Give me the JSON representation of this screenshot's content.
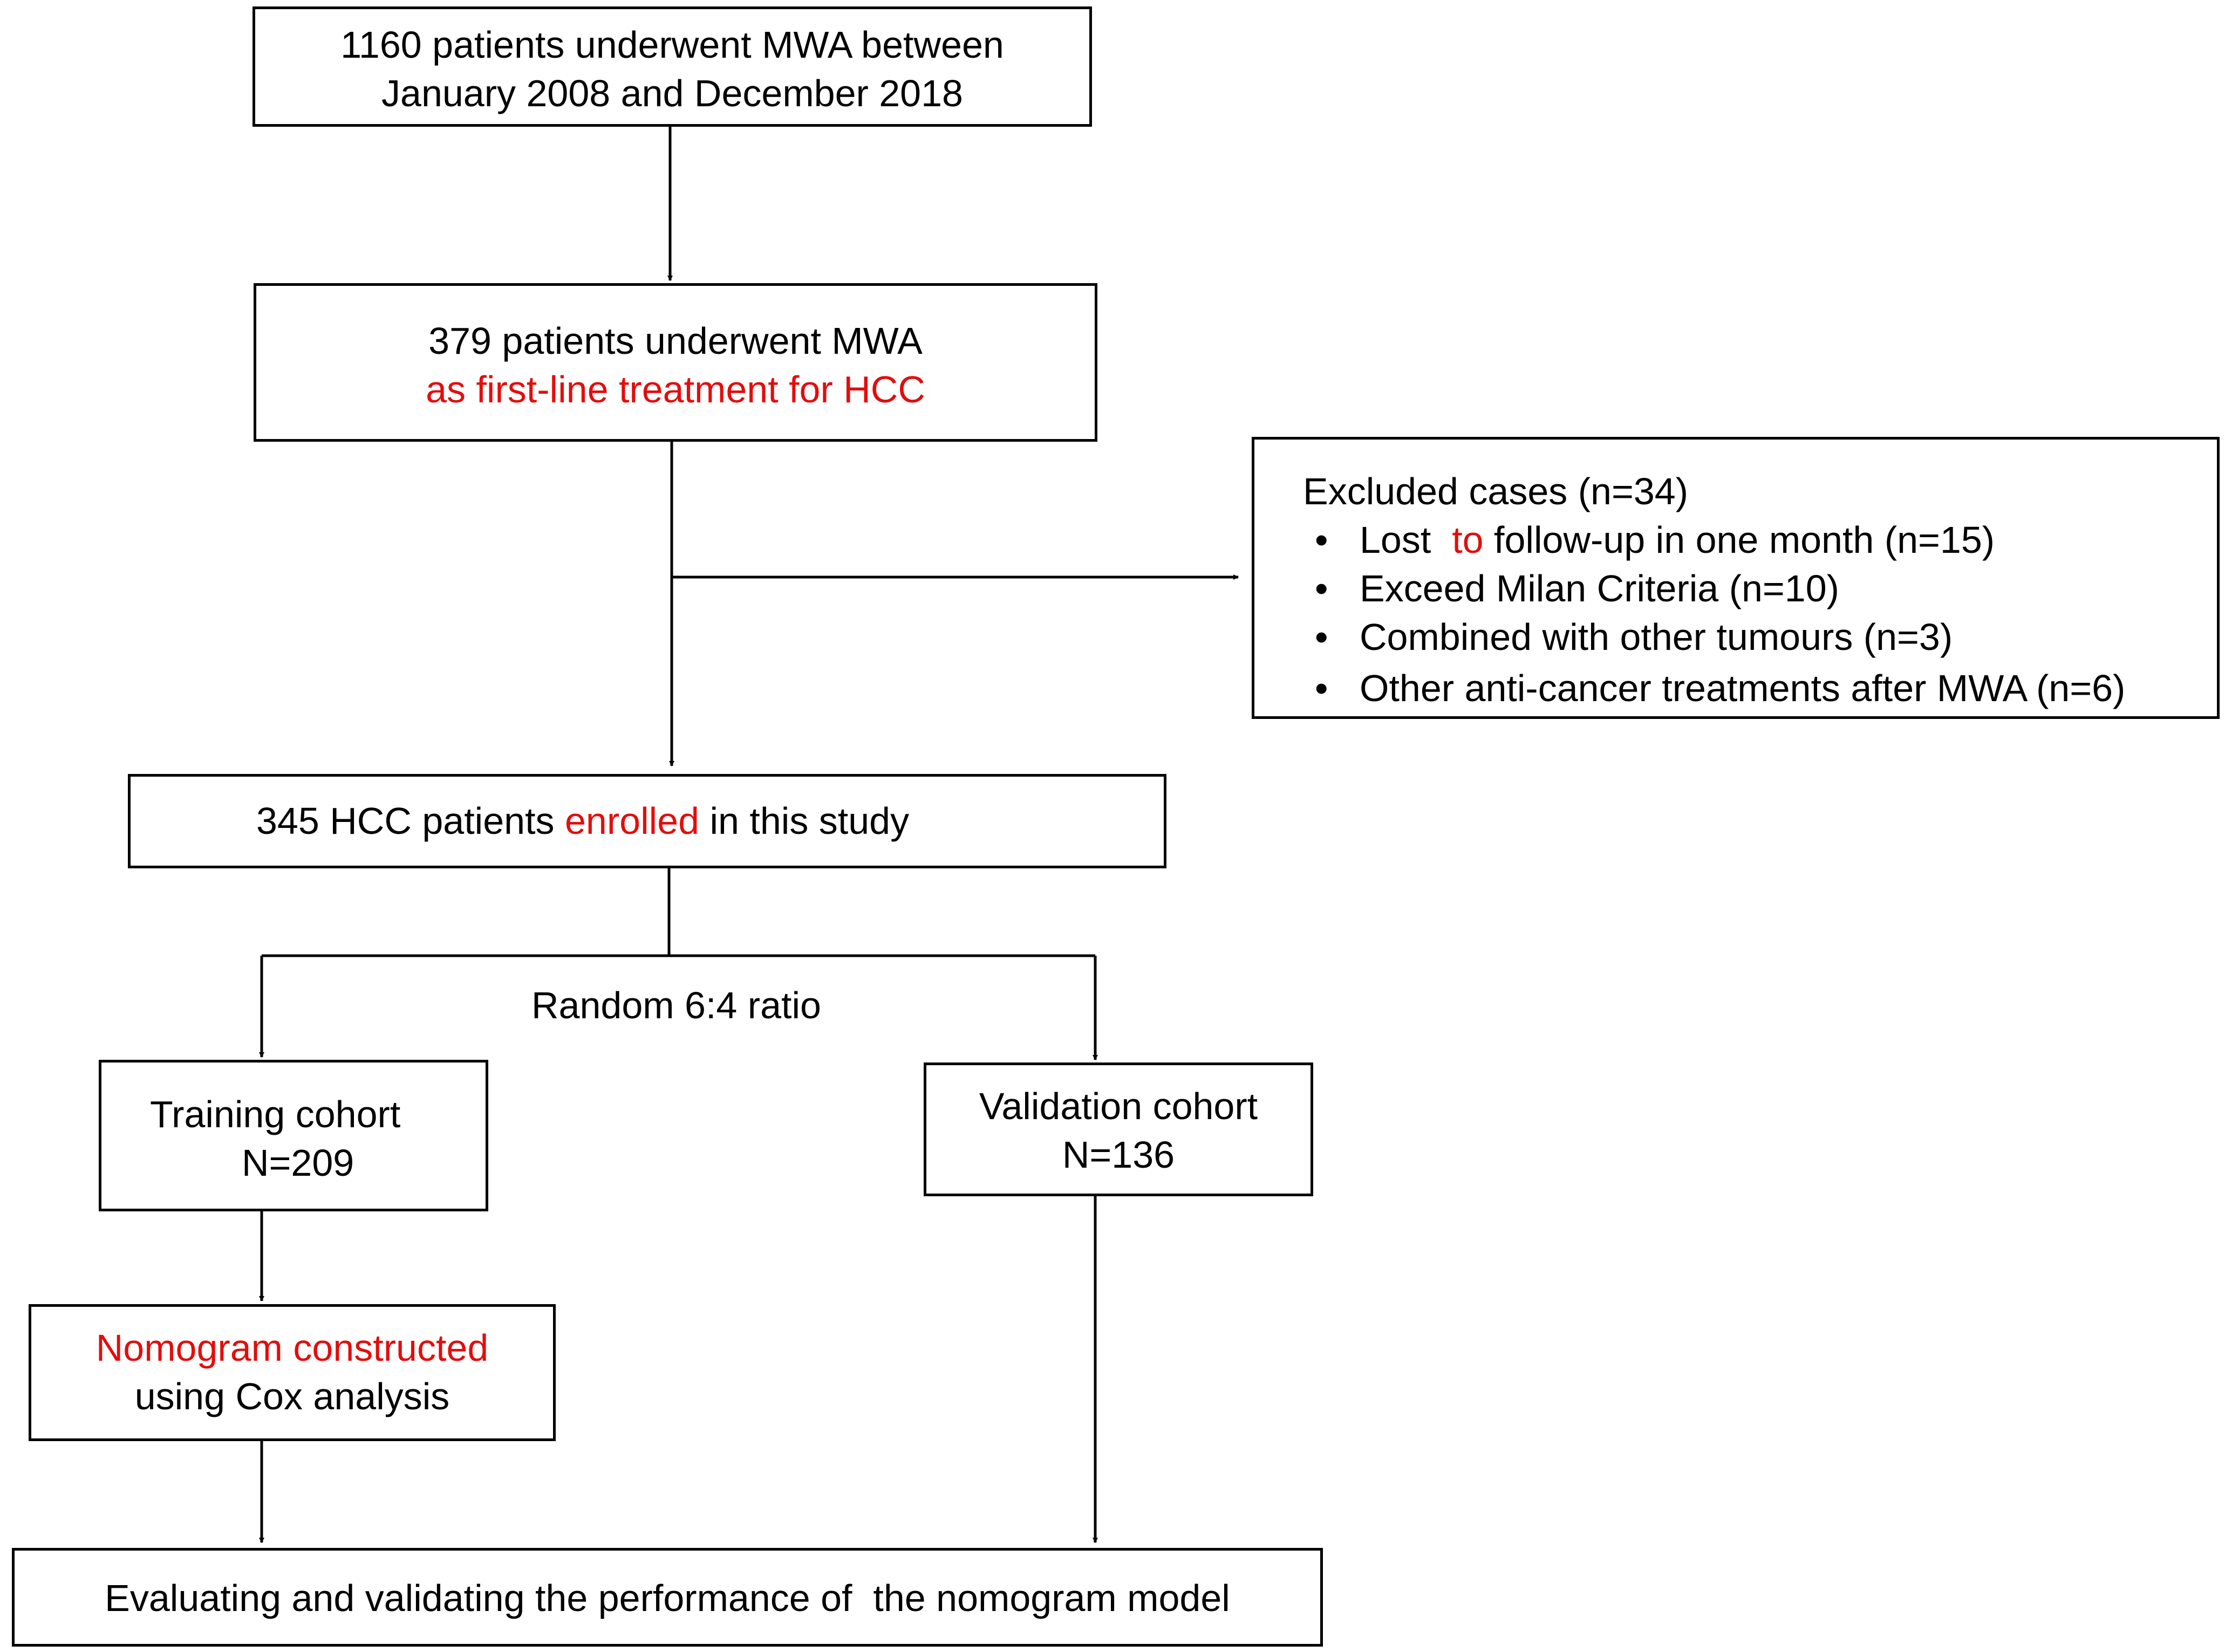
{
  "colors": {
    "stroke": "#000000",
    "highlight": "#e30d0d",
    "spellcheck": "#e30d0d"
  },
  "boxes": {
    "b1": {
      "line1": "1160 patients underwent MWA between",
      "line2": "January 2008 and December 2018"
    },
    "b2": {
      "line1": "379 patients underwent MWA",
      "line2_red": "as first-line treatment for HCC"
    },
    "excluded": {
      "title": "Excluded cases (n=34)",
      "bullet": "•",
      "items": [
        {
          "pre": "Lost  ",
          "red": "to",
          "post": " follow-up in one month (n=15)"
        },
        {
          "text": "Exceed Milan Criteria (n=10)"
        },
        {
          "pre": "Combined with other ",
          "underlined": "tumours",
          "post": " (n=3)"
        },
        {
          "text": "Other anti-cancer treatments after MWA (n=6)"
        }
      ]
    },
    "b3": {
      "pre": "345 HCC patients ",
      "red": "enrolled",
      "post": " in this study"
    },
    "split_label": "Random 6:4 ratio",
    "training": {
      "line1": "Training cohort",
      "line2": "N=209"
    },
    "validation": {
      "line1": "Validation cohort",
      "line2": "N=136"
    },
    "nomogram": {
      "line1_red": "Nomogram constructed",
      "line2": "using Cox analysis"
    },
    "final": {
      "text": "Evaluating and validating the performance of  the nomogram model"
    }
  }
}
